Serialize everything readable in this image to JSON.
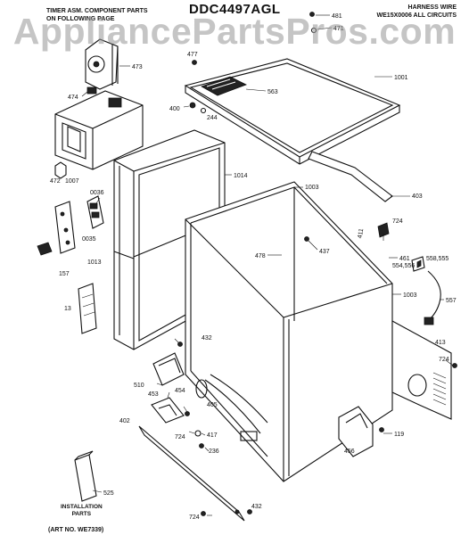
{
  "header": {
    "left_line1": "TIMER ASM. COMPONENT PARTS",
    "left_line2": "ON FOLLOWING PAGE",
    "model": "DDC4497AGL",
    "right_line1": "HARNESS WIRE",
    "right_line2": "WE15X0006 ALL CIRCUITS"
  },
  "watermark": "AppliancePartsPros.com",
  "footer": {
    "art_number": "(ART NO. WE7339)",
    "installation_line1": "INSTALLATION",
    "installation_line2": "PARTS"
  },
  "parts": [
    {
      "key": "p481",
      "label": "481"
    },
    {
      "key": "p471",
      "label": "471"
    },
    {
      "key": "p473",
      "label": "473"
    },
    {
      "key": "p477",
      "label": "477"
    },
    {
      "key": "p1001",
      "label": "1001"
    },
    {
      "key": "p474",
      "label": "474"
    },
    {
      "key": "p563",
      "label": "563"
    },
    {
      "key": "p400",
      "label": "400"
    },
    {
      "key": "p244",
      "label": "244"
    },
    {
      "key": "p472",
      "label": "472"
    },
    {
      "key": "p1007",
      "label": "1007"
    },
    {
      "key": "p1014",
      "label": "1014"
    },
    {
      "key": "p1003a",
      "label": "1003"
    },
    {
      "key": "p403",
      "label": "403"
    },
    {
      "key": "p0036",
      "label": "0036"
    },
    {
      "key": "p0035",
      "label": "0035"
    },
    {
      "key": "p1013",
      "label": "1013"
    },
    {
      "key": "p724a",
      "label": "724"
    },
    {
      "key": "p411",
      "label": "411"
    },
    {
      "key": "p478",
      "label": "478"
    },
    {
      "key": "p437",
      "label": "437"
    },
    {
      "key": "p461",
      "label": "461"
    },
    {
      "key": "p558",
      "label": "558,555"
    },
    {
      "key": "p554",
      "label": "554,556"
    },
    {
      "key": "p157",
      "label": "157"
    },
    {
      "key": "p1003b",
      "label": "1003"
    },
    {
      "key": "p557",
      "label": "557"
    },
    {
      "key": "p13",
      "label": "13"
    },
    {
      "key": "p432a",
      "label": "432"
    },
    {
      "key": "p413",
      "label": "413"
    },
    {
      "key": "p724b",
      "label": "724"
    },
    {
      "key": "p510",
      "label": "510"
    },
    {
      "key": "p454",
      "label": "454"
    },
    {
      "key": "p453",
      "label": "453"
    },
    {
      "key": "p405",
      "label": "405"
    },
    {
      "key": "p402",
      "label": "402"
    },
    {
      "key": "p724c",
      "label": "724"
    },
    {
      "key": "p417",
      "label": "417"
    },
    {
      "key": "p119",
      "label": "119"
    },
    {
      "key": "p236",
      "label": "236"
    },
    {
      "key": "p456",
      "label": "456"
    },
    {
      "key": "p525",
      "label": "525"
    },
    {
      "key": "p724d",
      "label": "724"
    },
    {
      "key": "p432b",
      "label": "432"
    }
  ]
}
